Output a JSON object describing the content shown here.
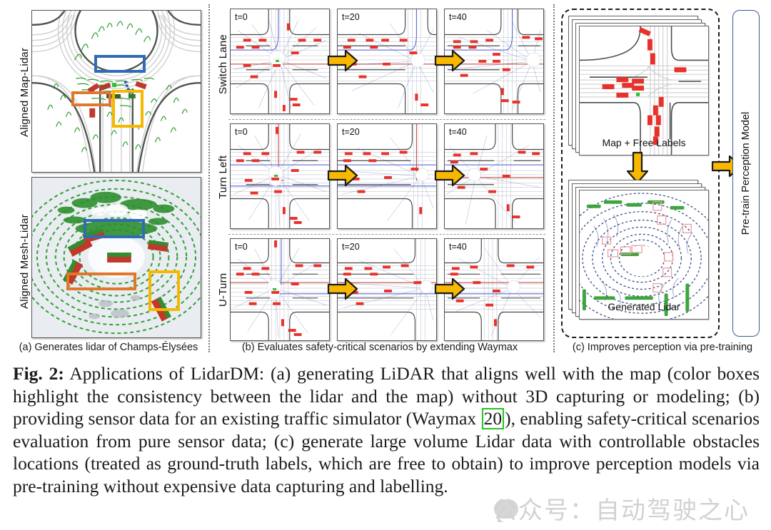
{
  "figure": {
    "panels": [
      {
        "id": "a",
        "caption": "(a) Generates lidar of Champs-Élysées",
        "rows": [
          {
            "label": "Aligned Map-Lidar"
          },
          {
            "label": "Aligned Mesh-Lidar"
          }
        ]
      },
      {
        "id": "b",
        "caption": "(b) Evaluates safety-critical scenarios by extending Waymax",
        "timesteps": [
          "t=0",
          "t=20",
          "t=40"
        ],
        "rows": [
          {
            "label": "Switch Lane"
          },
          {
            "label": "Turn Left"
          },
          {
            "label": "U-Turn"
          }
        ]
      },
      {
        "id": "c",
        "caption": "(c) Improves  perception via pre-training",
        "stacks": [
          {
            "label": "Map + Free Labels"
          },
          {
            "label": "Generated Lidar"
          }
        ],
        "model_box": {
          "label": "Pre-train Perception Model"
        }
      }
    ],
    "highlight_boxes": [
      {
        "name": "blue",
        "color": "#2f6cb5"
      },
      {
        "name": "orange",
        "color": "#e0772a"
      },
      {
        "name": "yellow",
        "color": "#f5b700"
      }
    ],
    "arrow_color": "#f8b800",
    "arrow_outline": "#1a1a1a"
  },
  "caption": {
    "label": "Fig. 2:",
    "part1": " Applications of LidarDM: (a) generating LiDAR that aligns well with the map (color boxes highlight the consistency between the lidar and the map) without 3D capturing or modeling; (b) providing sensor data for an existing traffic simulator (Waymax ",
    "citation": "20",
    "part2": "), enabling safety-critical scenarios evaluation from pure sensor data; (c) generate large volume Lidar data with controllable obstacles locations (treated as ground-truth labels, which are free to obtain) to improve perception models via pre-training without expensive data capturing and labelling.",
    "citation_color": "#22c522"
  },
  "watermark": {
    "text": "公众号：自动驾驶之心"
  }
}
